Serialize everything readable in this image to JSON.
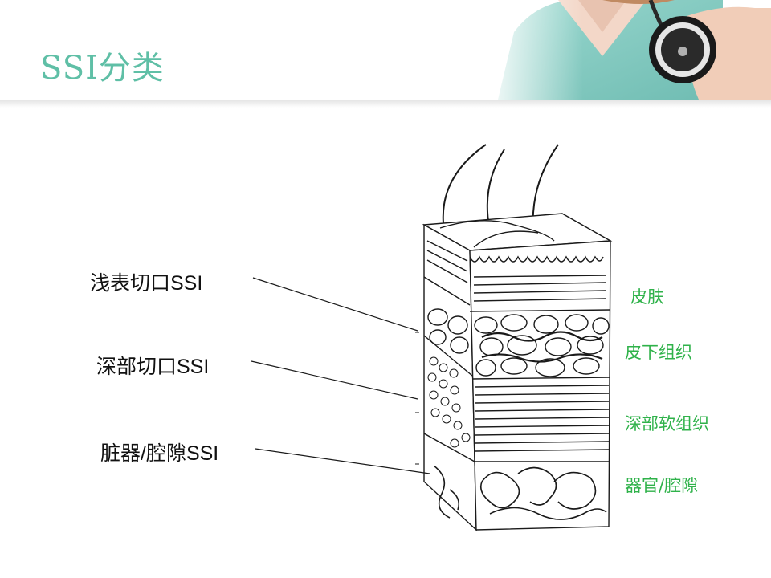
{
  "slide": {
    "title": "SSI分类"
  },
  "infection_labels": [
    {
      "text": "浅表切口SSI"
    },
    {
      "text": "深部切口SSI"
    },
    {
      "text": "脏器/腔隙SSI"
    }
  ],
  "tissue_labels": [
    {
      "text": "皮肤"
    },
    {
      "text": "皮下组织"
    },
    {
      "text": "深部软组织"
    },
    {
      "text": "器官/腔隙"
    }
  ],
  "colors": {
    "title": "#5fbfa6",
    "tissue_label": "#2fb24a",
    "scrubs": "#86cfc6"
  }
}
